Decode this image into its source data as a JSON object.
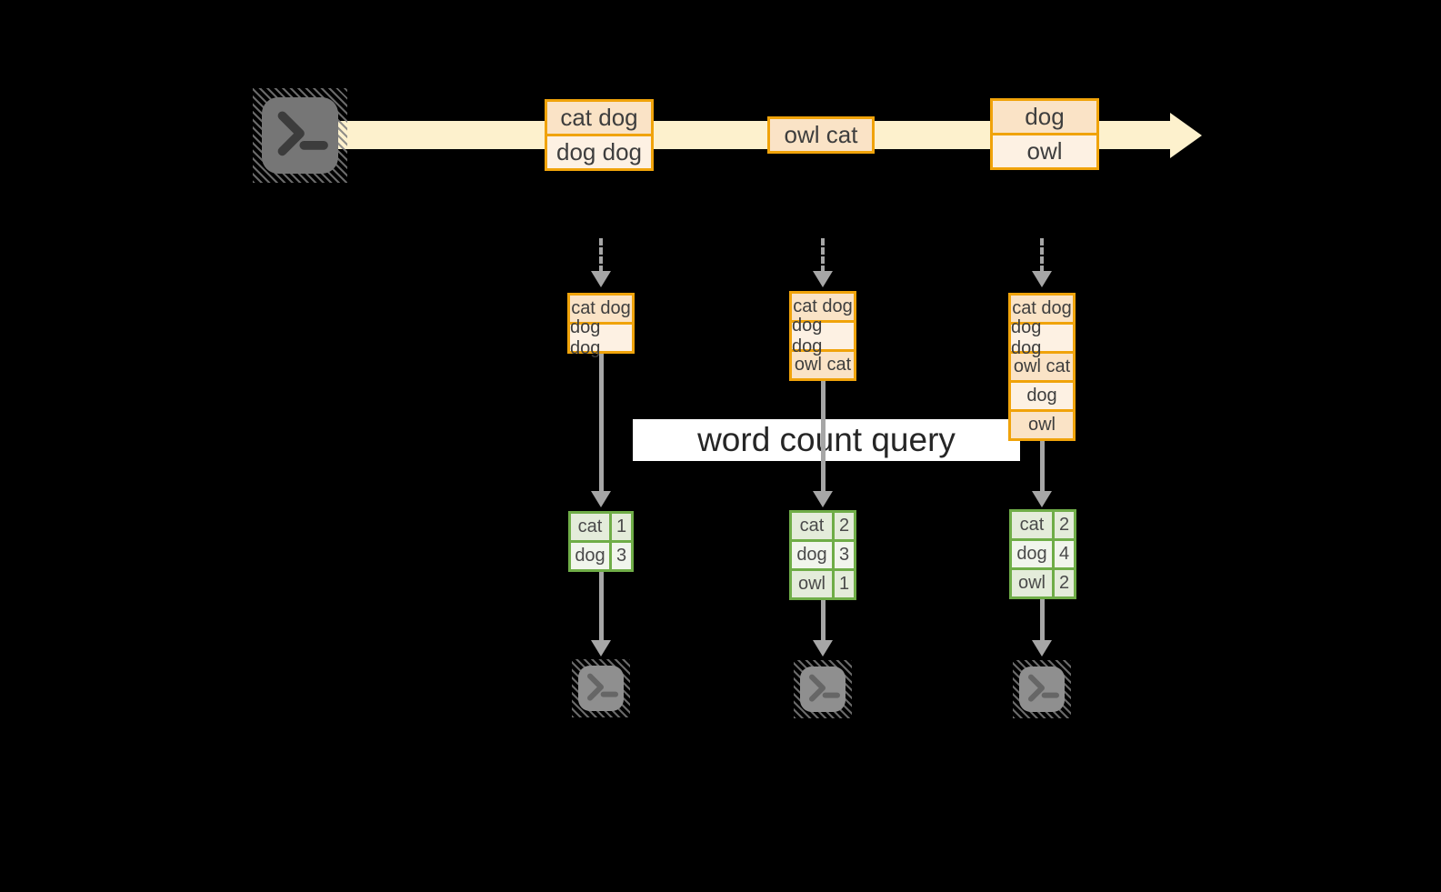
{
  "diagram": {
    "kind": "streaming word-count pipeline",
    "query": {
      "label": "word count query"
    },
    "stream": {
      "events": [
        {
          "lines": [
            "cat dog",
            "dog dog"
          ]
        },
        {
          "lines": [
            "owl cat"
          ]
        },
        {
          "lines": [
            "dog",
            "owl"
          ]
        }
      ]
    },
    "columns": [
      {
        "buffer": [
          "cat dog",
          "dog dog"
        ],
        "counts": [
          {
            "word": "cat",
            "count": "1"
          },
          {
            "word": "dog",
            "count": "3"
          }
        ]
      },
      {
        "buffer": [
          "cat dog",
          "dog dog",
          "owl cat"
        ],
        "counts": [
          {
            "word": "cat",
            "count": "2"
          },
          {
            "word": "dog",
            "count": "3"
          },
          {
            "word": "owl",
            "count": "1"
          }
        ]
      },
      {
        "buffer": [
          "cat dog",
          "dog dog",
          "owl cat",
          "dog",
          "owl"
        ],
        "counts": [
          {
            "word": "cat",
            "count": "2"
          },
          {
            "word": "dog",
            "count": "4"
          },
          {
            "word": "owl",
            "count": "2"
          }
        ]
      }
    ],
    "icons": {
      "source": "terminal-icon",
      "sinks": [
        "terminal-icon",
        "terminal-icon",
        "terminal-icon"
      ]
    },
    "colors": {
      "background": "#000000",
      "stream_band": "#fdf1cd",
      "orange_border": "#f0a30a",
      "orange_cell_dark": "#fae3c6",
      "orange_cell_light": "#fdf1e3",
      "green_border": "#6fad47",
      "green_cell_dark": "#e4ecda",
      "green_cell_light": "#f1f5ec",
      "arrow_gray": "#a6a6a6",
      "terminal_gray": "#767676",
      "terminal_gray_light": "#8f8f8f",
      "query_banner_bg": "#ffffff",
      "text_dark": "#3e3e3e"
    }
  }
}
